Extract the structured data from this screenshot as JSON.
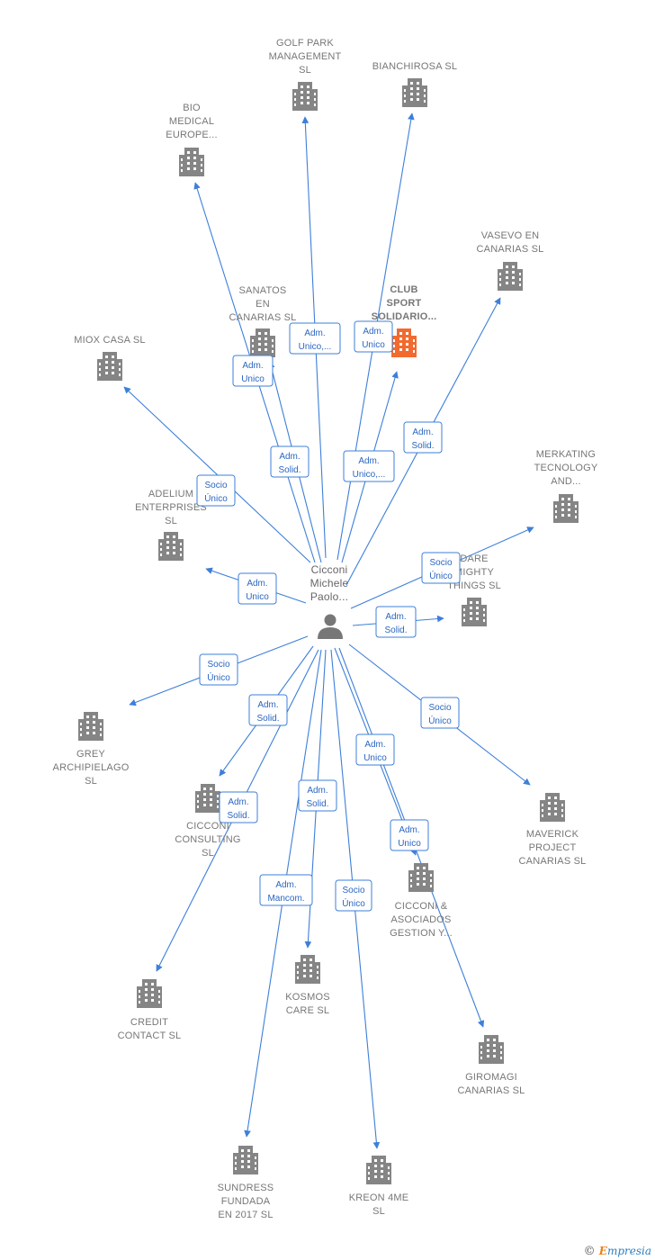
{
  "colors": {
    "edge": "#3d7fd9",
    "building": "#858585",
    "building_main": "#f26a2e",
    "person": "#777777",
    "label": "#777777"
  },
  "center": {
    "name_lines": [
      "Cicconi",
      "Michele",
      "Paolo..."
    ],
    "icon": "person-icon"
  },
  "nodes": [
    {
      "id": "golf",
      "lines": [
        "GOLF PARK",
        "MANAGEMENT",
        "SL"
      ],
      "icon": "building-icon"
    },
    {
      "id": "bianchirosa",
      "lines": [
        "BIANCHIROSA SL"
      ],
      "icon": "building-icon"
    },
    {
      "id": "bio",
      "lines": [
        "BIO",
        "MEDICAL",
        "EUROPE..."
      ],
      "icon": "building-icon"
    },
    {
      "id": "vasevo",
      "lines": [
        "VASEVO EN",
        "CANARIAS  SL"
      ],
      "icon": "building-icon"
    },
    {
      "id": "sanatos",
      "lines": [
        "SANATOS",
        "EN",
        "CANARIAS  SL"
      ],
      "icon": "building-icon"
    },
    {
      "id": "club",
      "lines": [
        "CLUB",
        "SPORT",
        "SOLIDARIO..."
      ],
      "icon": "building-icon",
      "main": true
    },
    {
      "id": "miox",
      "lines": [
        "MIOX CASA  SL"
      ],
      "icon": "building-icon"
    },
    {
      "id": "merkating",
      "lines": [
        "MERKATING",
        "TECNOLOGY",
        "AND..."
      ],
      "icon": "building-icon"
    },
    {
      "id": "adelium",
      "lines": [
        "ADELIUM",
        "ENTERPRISES",
        "SL"
      ],
      "icon": "building-icon"
    },
    {
      "id": "dare",
      "lines": [
        "DARE",
        "MIGHTY",
        "THINGS  SL"
      ],
      "icon": "building-icon"
    },
    {
      "id": "grey",
      "lines": [
        "GREY",
        "ARCHIPIELAGO",
        "SL"
      ],
      "icon": "building-icon"
    },
    {
      "id": "cicconi_consulting",
      "lines": [
        "CICCONI",
        "CONSULTING",
        "SL"
      ],
      "icon": "building-icon"
    },
    {
      "id": "maverick",
      "lines": [
        "MAVERICK",
        "PROJECT",
        "CANARIAS  SL"
      ],
      "icon": "building-icon"
    },
    {
      "id": "cicconi_asociados",
      "lines": [
        "CICCONI &",
        "ASOCIADOS",
        "GESTION Y..."
      ],
      "icon": "building-icon"
    },
    {
      "id": "credit",
      "lines": [
        "CREDIT",
        "CONTACT  SL"
      ],
      "icon": "building-icon"
    },
    {
      "id": "kosmos",
      "lines": [
        "KOSMOS",
        "CARE  SL"
      ],
      "icon": "building-icon"
    },
    {
      "id": "giromagi",
      "lines": [
        "GIROMAGI",
        "CANARIAS  SL"
      ],
      "icon": "building-icon"
    },
    {
      "id": "sundress",
      "lines": [
        "SUNDRESS",
        "FUNDADA",
        "EN 2017  SL"
      ],
      "icon": "building-icon"
    },
    {
      "id": "kreon",
      "lines": [
        "KREON 4ME",
        "SL"
      ],
      "icon": "building-icon"
    }
  ],
  "edges": [
    {
      "to": "golf",
      "role": [
        "Adm.",
        "Unico,..."
      ]
    },
    {
      "to": "bianchirosa",
      "role": [
        "Adm.",
        "Unico"
      ]
    },
    {
      "to": "bio",
      "role": [
        "Adm.",
        "Unico"
      ]
    },
    {
      "to": "vasevo",
      "role": [
        "Adm.",
        "Solid."
      ]
    },
    {
      "to": "sanatos",
      "role": [
        "Adm.",
        "Solid."
      ]
    },
    {
      "to": "club",
      "role": [
        "Adm.",
        "Unico,..."
      ]
    },
    {
      "to": "miox",
      "role": [
        "Socio",
        "Único"
      ]
    },
    {
      "to": "merkating",
      "role": [
        "Socio",
        "Único"
      ]
    },
    {
      "to": "adelium",
      "role": [
        "Adm.",
        "Unico"
      ]
    },
    {
      "to": "dare",
      "role": [
        "Adm.",
        "Solid."
      ]
    },
    {
      "to": "grey",
      "role": [
        "Socio",
        "Único"
      ]
    },
    {
      "to": "cicconi_consulting",
      "role": [
        "Adm.",
        "Solid."
      ]
    },
    {
      "to": "credit",
      "role": [
        "Adm.",
        "Solid."
      ]
    },
    {
      "to": "maverick",
      "role": [
        "Socio",
        "Único"
      ]
    },
    {
      "to": "cicconi_asociados",
      "role": [
        "Adm.",
        "Unico"
      ]
    },
    {
      "to": "kosmos",
      "role": [
        "Adm.",
        "Solid."
      ]
    },
    {
      "to": "giromagi",
      "role": [
        "Adm.",
        "Unico"
      ]
    },
    {
      "to": "sundress",
      "role": [
        "Adm.",
        "Mancom."
      ]
    },
    {
      "to": "kreon",
      "role": [
        "Socio",
        "Único"
      ]
    }
  ],
  "footer": {
    "copyright_symbol": "©",
    "brand_first": "E",
    "brand_rest": "mpresia"
  }
}
